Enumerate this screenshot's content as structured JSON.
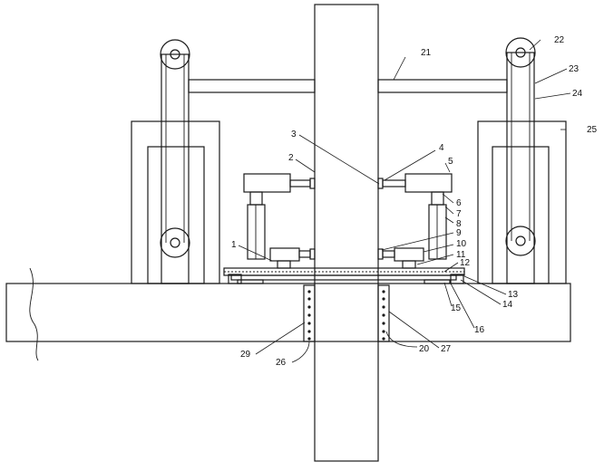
{
  "diagram": {
    "labels": {
      "n1": "1",
      "n2": "2",
      "n3": "3",
      "n4": "4",
      "n5": "5",
      "n6": "6",
      "n7": "7",
      "n8": "8",
      "n9": "9",
      "n10": "10",
      "n11": "11",
      "n12": "12",
      "n13": "13",
      "n14": "14",
      "n15": "15",
      "n16": "16",
      "n20": "20",
      "n21": "21",
      "n22": "22",
      "n23": "23",
      "n24": "24",
      "n25": "25",
      "n26": "26",
      "n27": "27",
      "n29": "29"
    }
  }
}
